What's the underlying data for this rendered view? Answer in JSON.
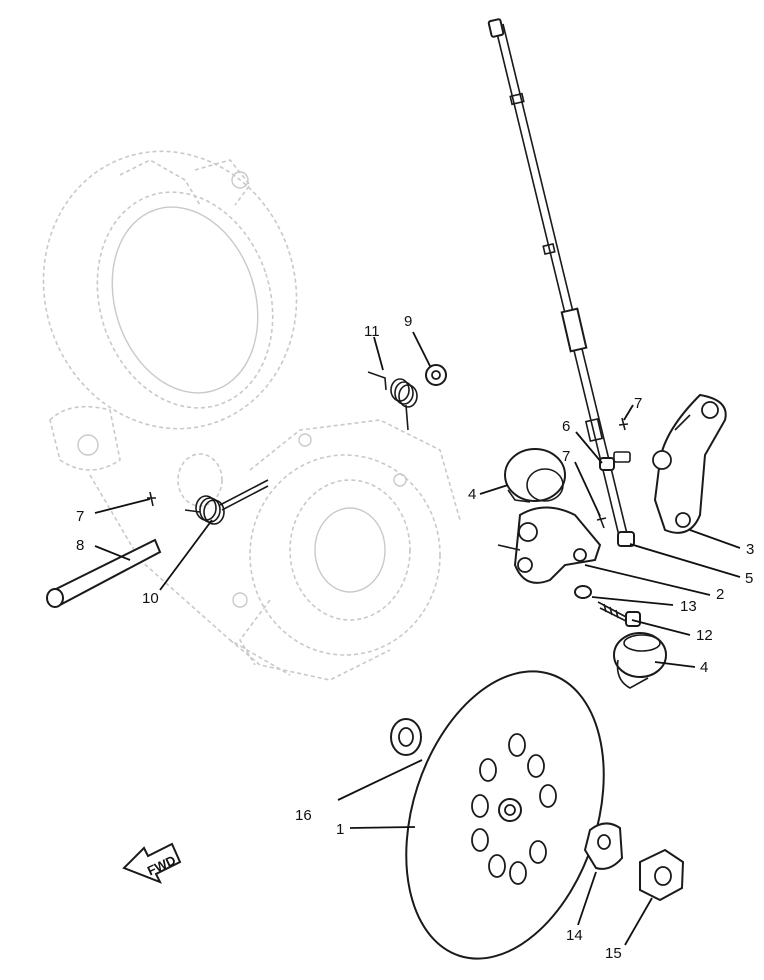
{
  "callouts": [
    {
      "id": "1"
    },
    {
      "id": "2"
    },
    {
      "id": "3"
    },
    {
      "id": "4a",
      "text": "4"
    },
    {
      "id": "4b",
      "text": "4"
    },
    {
      "id": "5"
    },
    {
      "id": "6"
    },
    {
      "id": "7a",
      "text": "7"
    },
    {
      "id": "7b",
      "text": "7"
    },
    {
      "id": "7c",
      "text": "7"
    },
    {
      "id": "8"
    },
    {
      "id": "9"
    },
    {
      "id": "10"
    },
    {
      "id": "11"
    },
    {
      "id": "12"
    },
    {
      "id": "13"
    },
    {
      "id": "14"
    },
    {
      "id": "15"
    },
    {
      "id": "16"
    }
  ],
  "labels": {
    "c1": "1",
    "c2": "2",
    "c3": "3",
    "c4a": "4",
    "c4b": "4",
    "c5": "5",
    "c6": "6",
    "c7a": "7",
    "c7b": "7",
    "c7c": "7",
    "c8": "8",
    "c9": "9",
    "c10": "10",
    "c11": "11",
    "c12": "12",
    "c13": "13",
    "c14": "14",
    "c15": "15",
    "c16": "16"
  },
  "fwd_badge": "FWD",
  "colors": {
    "ink": "#111111",
    "ghost": "#c9c9c9",
    "background": "#ffffff"
  }
}
